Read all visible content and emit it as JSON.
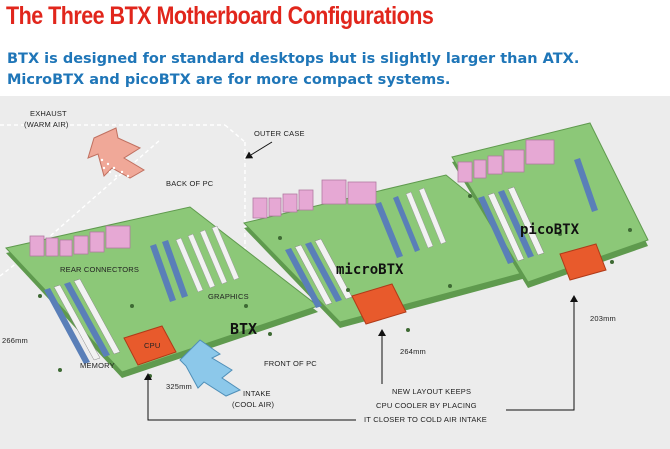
{
  "header": {
    "title": "The Three BTX Motherboard Configurations",
    "subtitle_line1": "BTX is designed for standard desktops but is slightly larger than ATX.",
    "subtitle_line2": "MicroBTX and picoBTX are for more compact systems."
  },
  "labels": {
    "exhaust_line1": "EXHAUST",
    "exhaust_line2": "(WARM AIR)",
    "outer_case": "OUTER CASE",
    "back_of_pc": "BACK OF PC",
    "rear_connectors": "REAR CONNECTORS",
    "graphics": "GRAPHICS",
    "memory": "MEMORY",
    "cpu": "CPU",
    "front_of_pc": "FRONT OF PC",
    "intake_line1": "INTAKE",
    "intake_line2": "(COOL AIR)",
    "btx": "BTX",
    "microbtx": "microBTX",
    "picobtx": "picoBTX",
    "dim_266_left": "266mm",
    "dim_325": "325mm",
    "dim_264": "264mm",
    "dim_203": "203mm",
    "note_line1": "NEW LAYOUT KEEPS",
    "note_line2": "CPU COOLER BY PLACING",
    "note_line3": "IT CLOSER TO COLD AIR INTAKE"
  },
  "colors": {
    "title": "#e1261c",
    "subtitle": "#1f76b8",
    "board": "#8cc878",
    "board_edge": "#5f9a4e",
    "cpu": "#e85a2c",
    "connector": "#e6a8d4",
    "slot_blue": "#5a7fb8",
    "slot_white": "#f2f2f2",
    "intake_arrow": "#8cc8ea",
    "exhaust_arrow": "#f0a898",
    "panel": "#ececec"
  }
}
